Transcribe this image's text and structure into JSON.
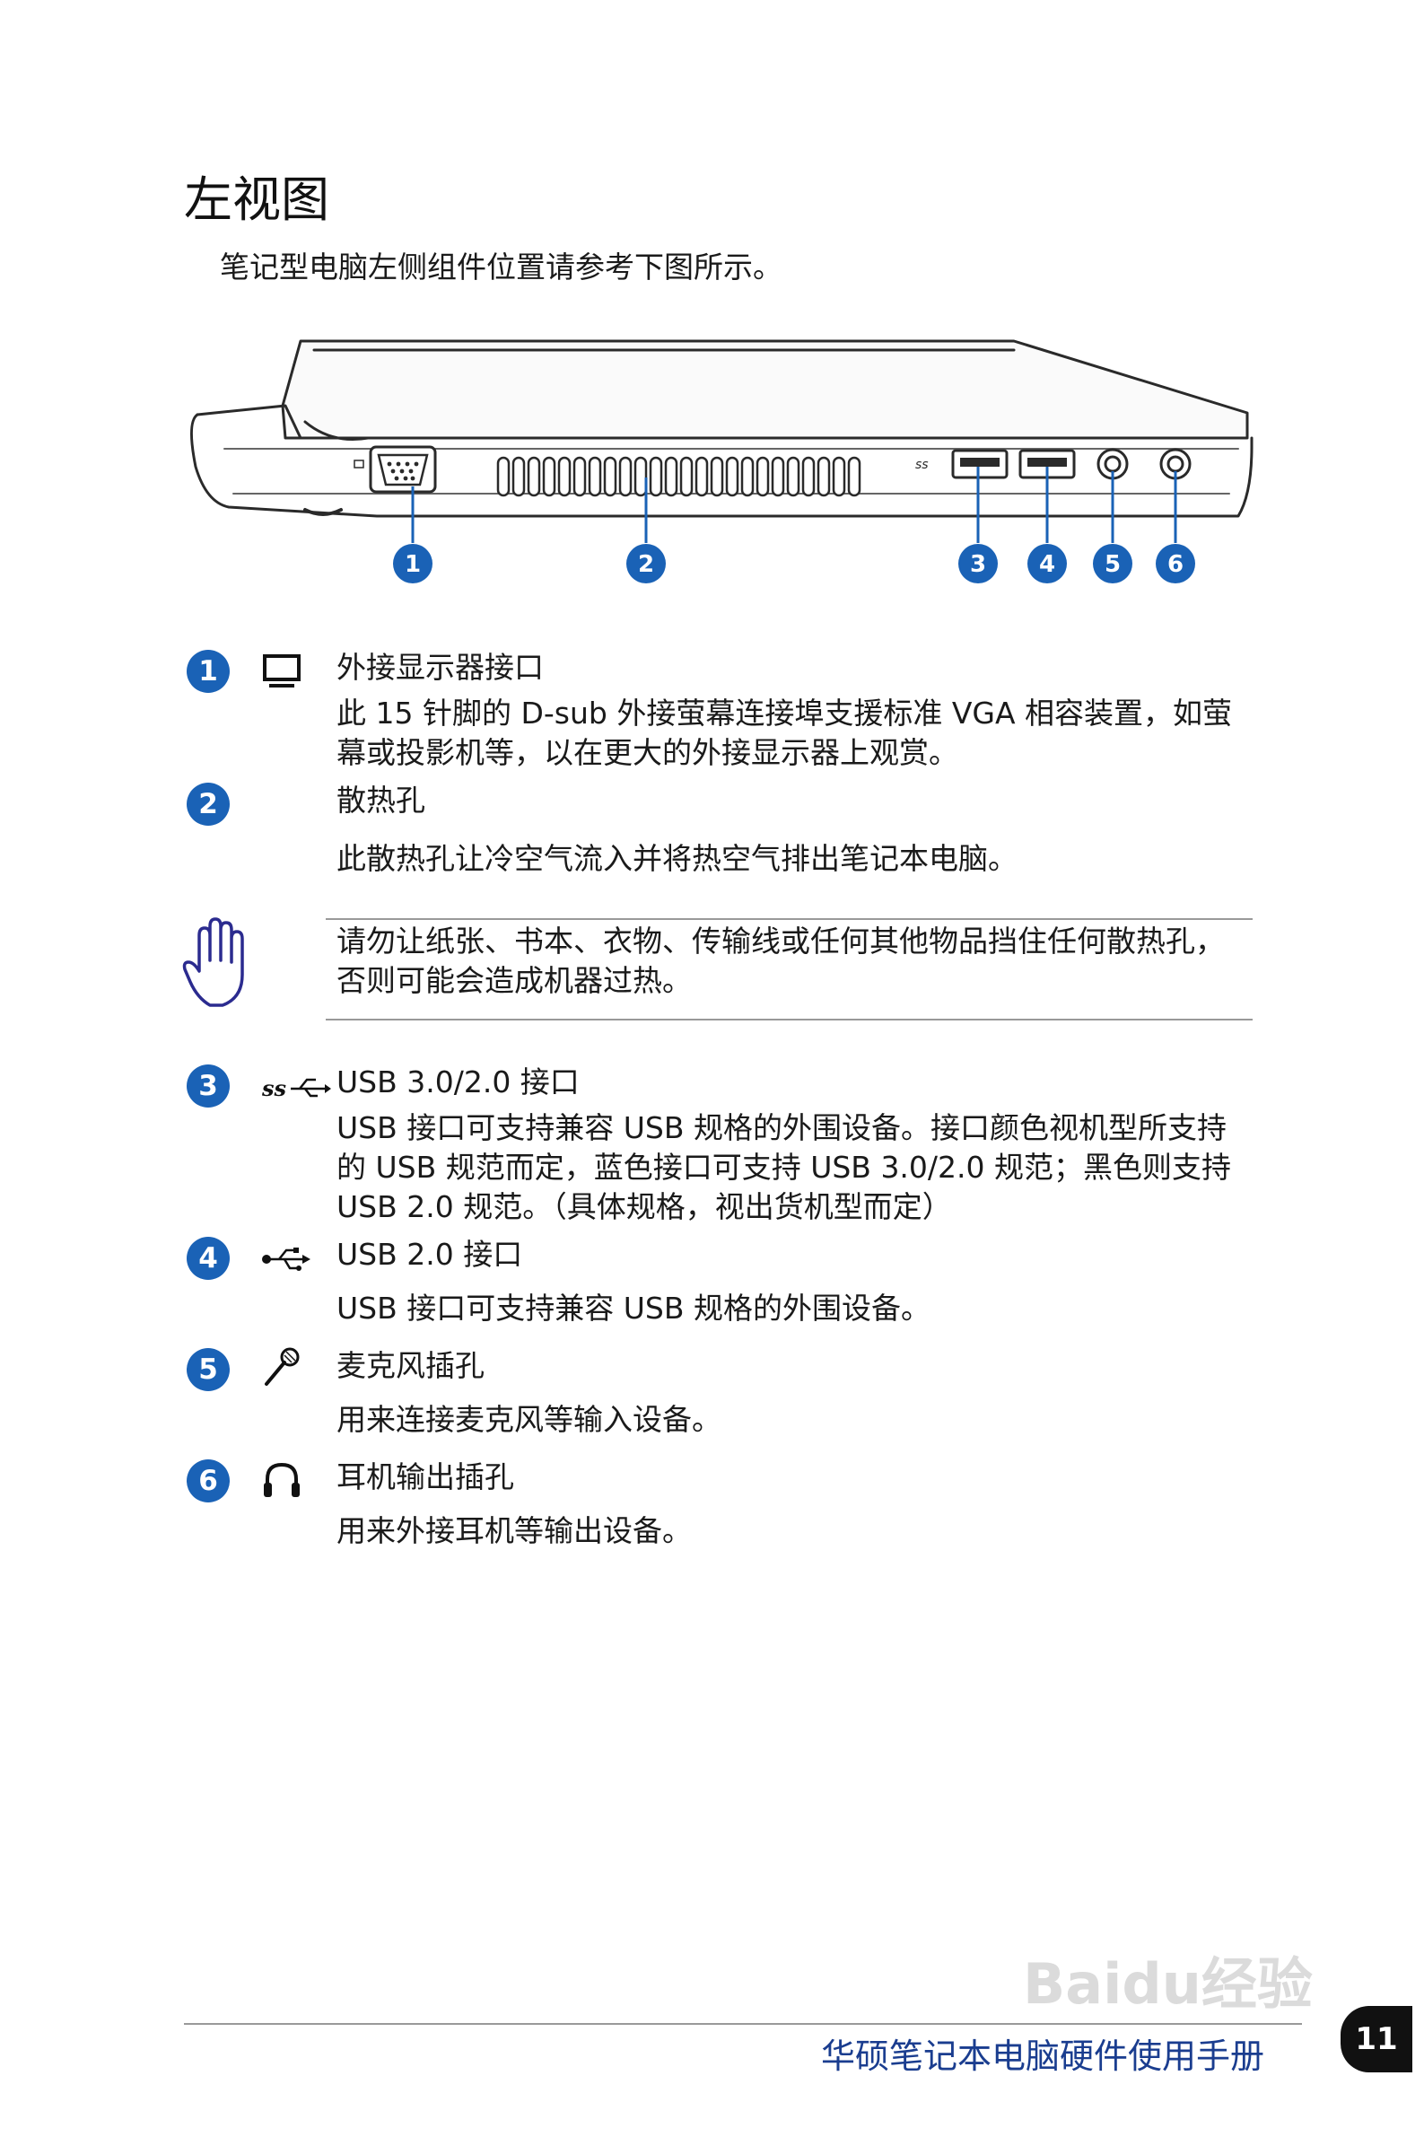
{
  "page": {
    "title": "左视图",
    "intro": "笔记型电脑左侧组件位置请参考下图所示。"
  },
  "diagram": {
    "callouts": [
      "1",
      "2",
      "3",
      "4",
      "5",
      "6"
    ]
  },
  "items": [
    {
      "num": "1",
      "icon": "monitor-icon",
      "label": "外接显示器接口",
      "desc": "此 15 针脚的 D-sub 外接萤幕连接埠支援标准 VGA 相容装置，如萤幕或投影机等，以在更大的外接显示器上观赏。"
    },
    {
      "num": "2",
      "icon": "",
      "label": "散热孔",
      "desc": "此散热孔让冷空气流入并将热空气排出笔记本电脑。"
    },
    {
      "num": "3",
      "icon": "usb3-icon",
      "label": "USB 3.0/2.0 接口",
      "desc": "USB 接口可支持兼容 USB 规格的外围设备。接口颜色视机型所支持的 USB 规范而定，蓝色接口可支持 USB 3.0/2.0 规范；黑色则支持 USB 2.0 规范。（具体规格，视出货机型而定）"
    },
    {
      "num": "4",
      "icon": "usb-icon",
      "label": "USB 2.0 接口",
      "desc": "USB 接口可支持兼容 USB 规格的外围设备。"
    },
    {
      "num": "5",
      "icon": "microphone-icon",
      "label": "麦克风插孔",
      "desc": "用来连接麦克风等输入设备。"
    },
    {
      "num": "6",
      "icon": "headphone-icon",
      "label": "耳机输出插孔",
      "desc": "用来外接耳机等输出设备。"
    }
  ],
  "warning": {
    "icon": "hand-stop-icon",
    "text": "请勿让纸张、书本、衣物、传输线或任何其他物品挡住任何散热孔，否则可能会造成机器过热。"
  },
  "footer": {
    "manual_title": "华硕笔记本电脑硬件使用手册",
    "page_number": "11",
    "watermark": "Baidu经验"
  },
  "colors": {
    "accent": "#1a62b6",
    "footer_text": "#1a3d8f"
  }
}
